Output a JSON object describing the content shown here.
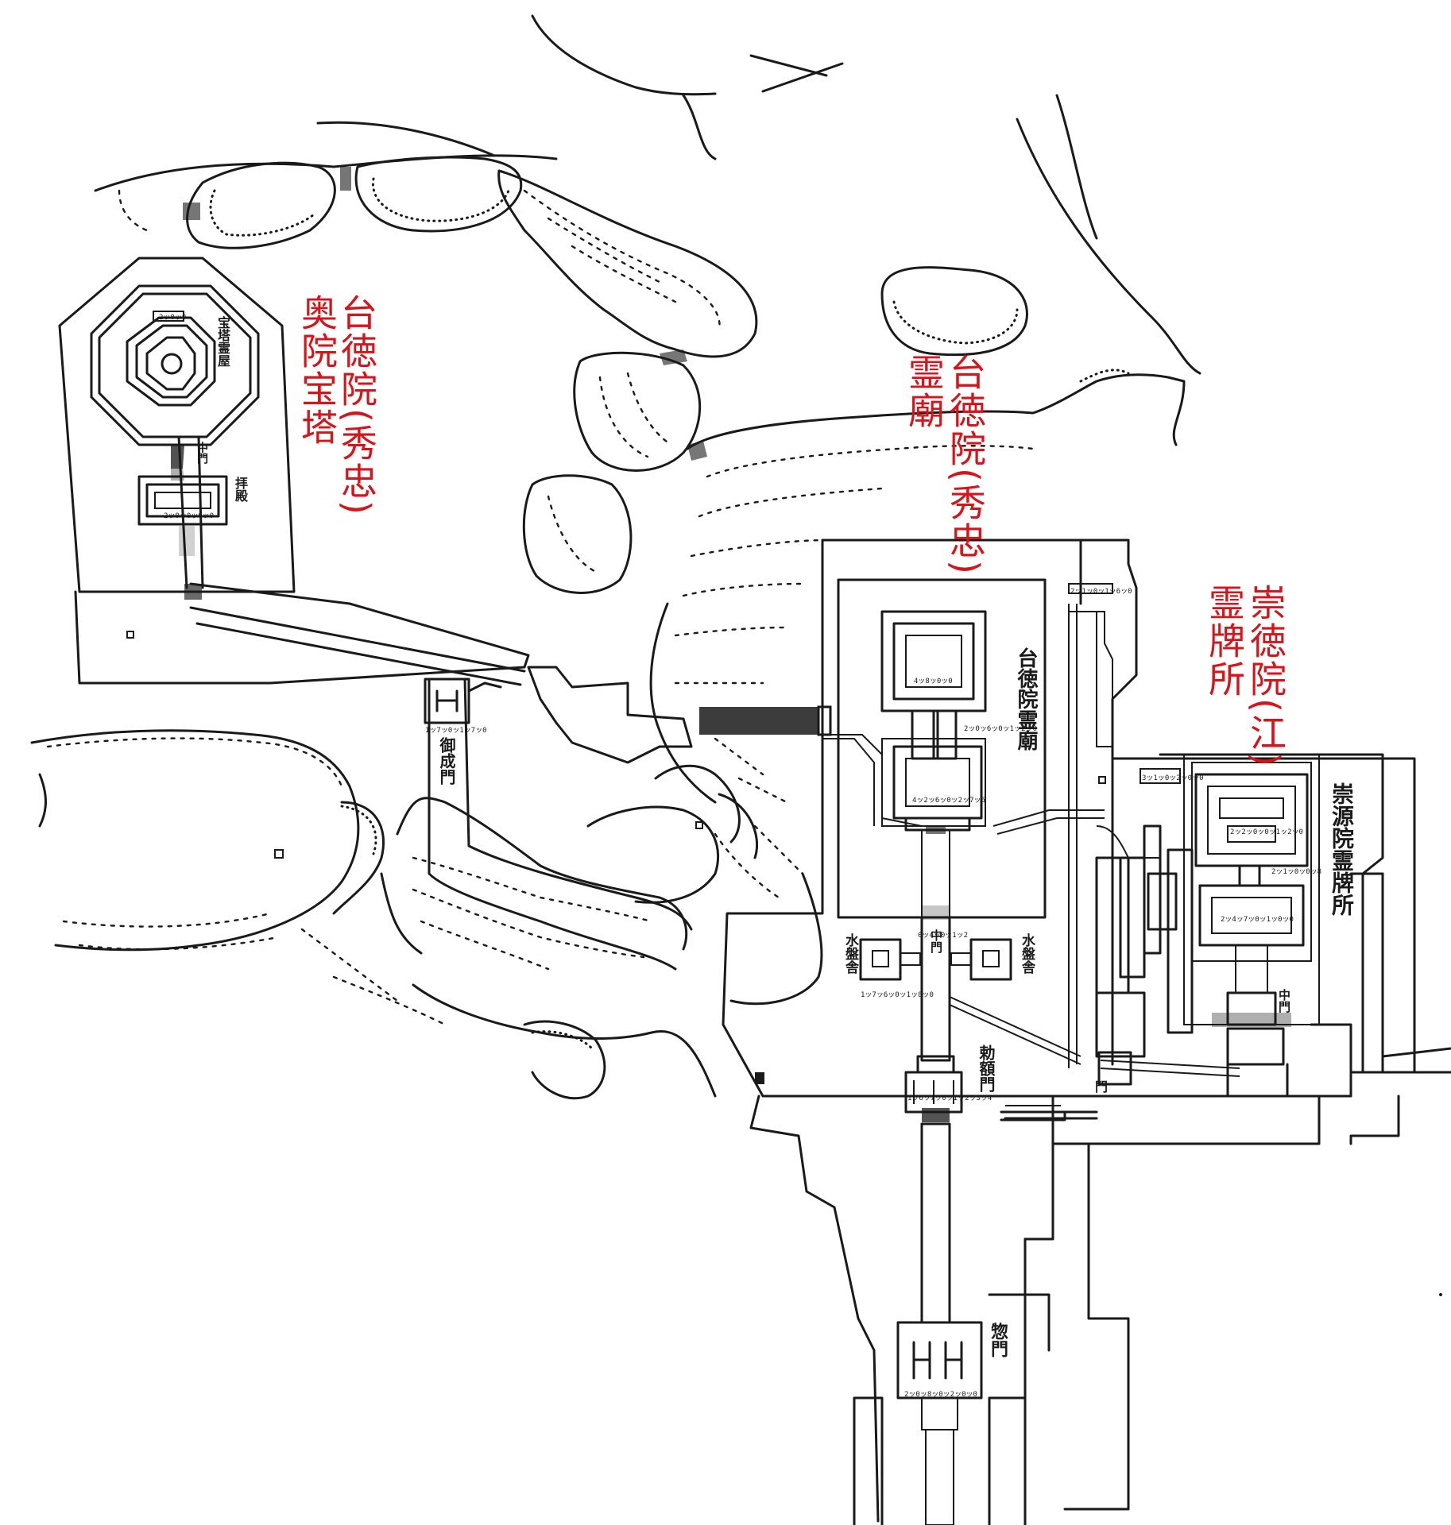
{
  "colors": {
    "annotation": "#d7141a",
    "ink": "#1a1a1a",
    "paper": "#ffffff"
  },
  "annotations": {
    "okunoin_col1": "台徳院(秀忠)",
    "okunoin_col2": "奥院宝塔",
    "reibyo_col1": "台徳院(秀忠)",
    "reibyo_col2": "霊廟",
    "sugen_col1": "崇徳院(江)",
    "sugen_col2": "霊牌所"
  },
  "plan_labels": {
    "hoto_reioku": "宝塔霊屋",
    "okunoin_chumon": "中門",
    "haiden": "拝殿",
    "onari_mon": "御成門",
    "taitokuin_reibyo": "台徳院霊廟",
    "chumon": "中門",
    "mizuya_west": "水盤舎",
    "mizuya_east": "水盤舎",
    "chokugaku_mon": "勅額門",
    "so_mon": "惣門",
    "sugenin_reihaisho": "崇源院霊牌所",
    "sugen_chumon": "中門",
    "sugen_mon": "門"
  },
  "dimension_notes": {
    "okunoin_top": "2ッ0ッ0",
    "haiden": "2ッ0ッ0ッ6ッ0",
    "onari": "1ッ7ッ0ッ1ッ7ッ0",
    "reibyo_honden": "4ッ8ッ0ッ0",
    "reibyo_ainoma": "2ッ0ッ6ッ0ッ1ッ2ッ0",
    "reibyo_haiden": "4ッ2ッ6ッ0ッ2ッ7ッ6",
    "chumon": "0ッ4ッ0ッ1ッ2",
    "mizuya": "1ッ7ッ6ッ0ッ1ッ8ッ0",
    "chokugaku": "1ッ6ッ7ッ0ッ1ッ2ッ3ッ4",
    "somon": "2ッ0ッ8ッ0ッ2ッ0ッ0",
    "storehouse": "2ッ1ッ0ッ1ッ6ッ0",
    "sugen_honden": "2ッ2ッ0ッ0ッ1ッ2ッ0",
    "sugen_haiden": "2ッ4ッ7ッ0ッ1ッ0ッ0",
    "sugen_chumon": "2ッ1ッ0ッ0ッ8",
    "sugen_hall": "3ッ1ッ0ッ2ッ0ッ0"
  }
}
